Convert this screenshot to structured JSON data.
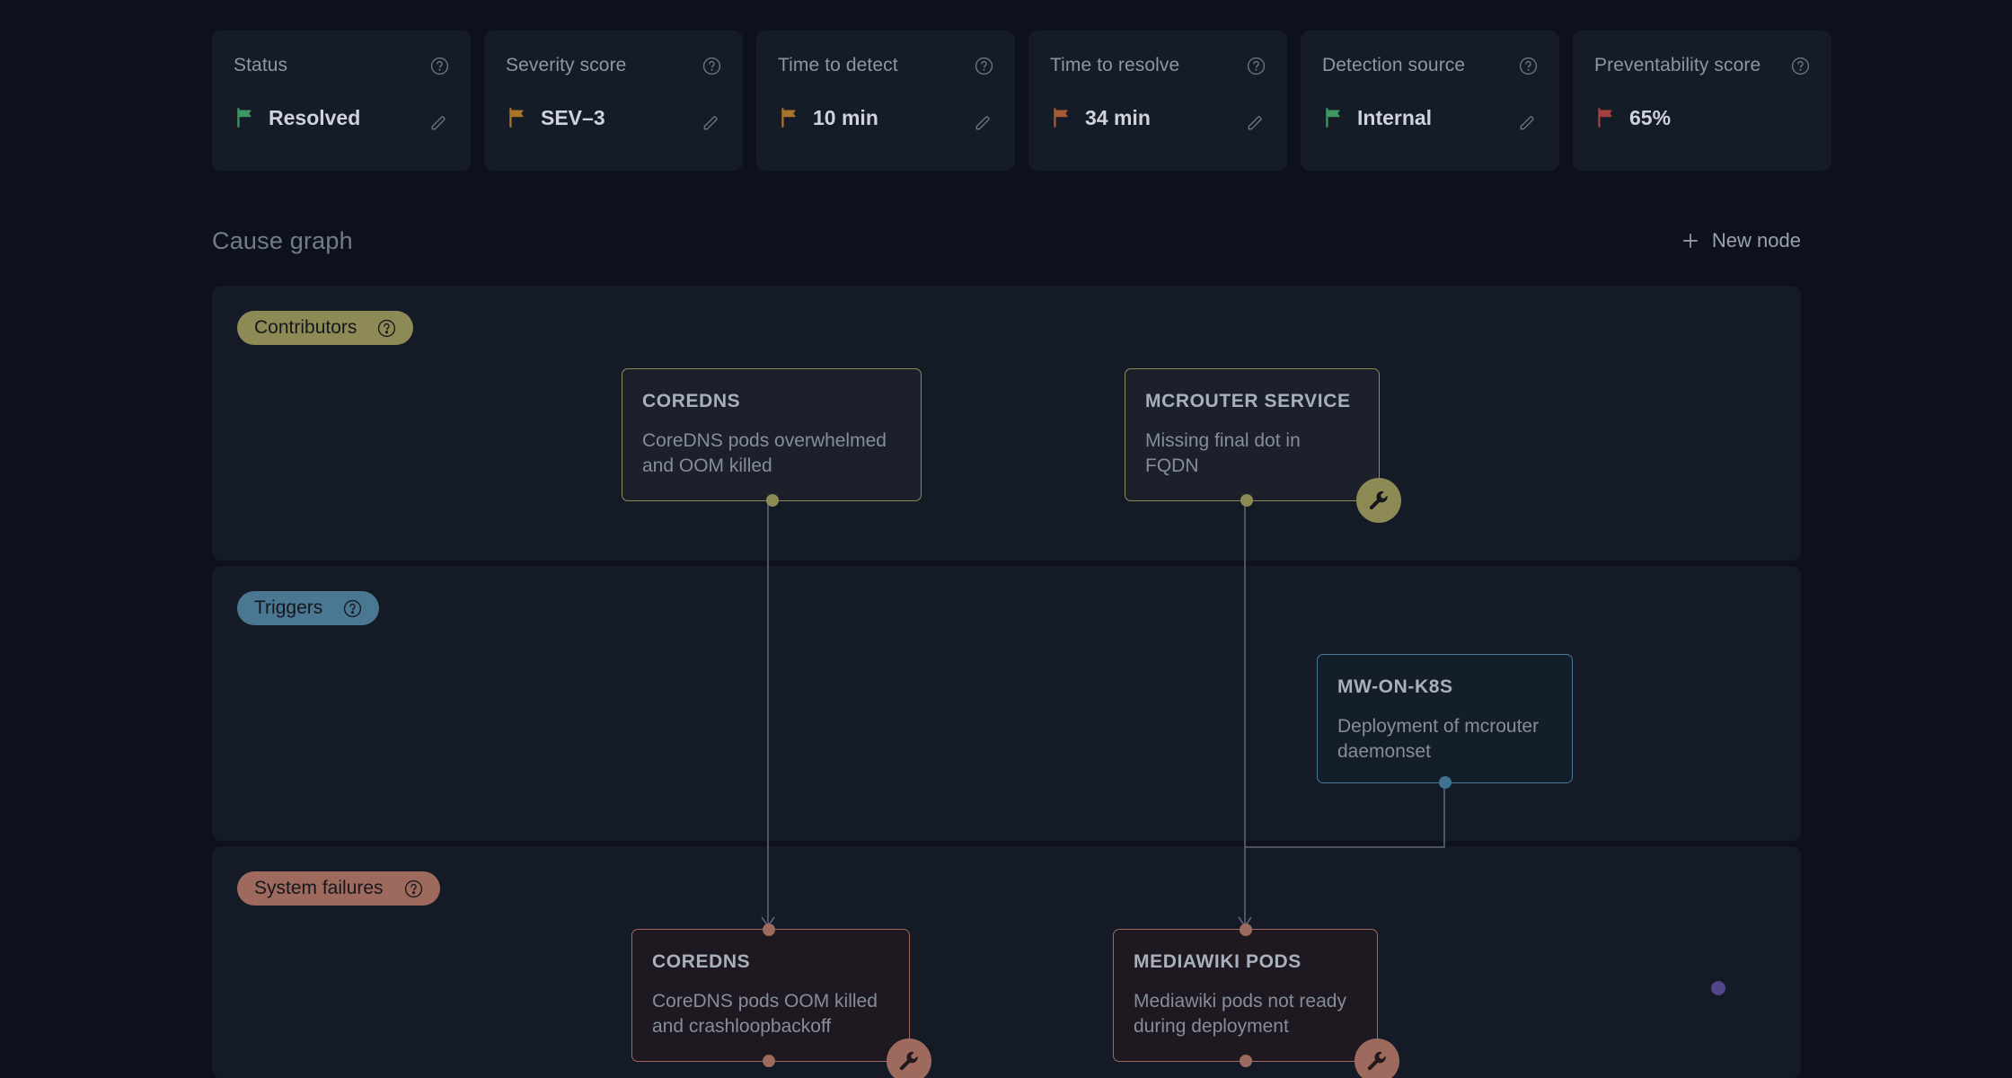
{
  "metrics": [
    {
      "label": "Status",
      "value": "Resolved",
      "flag_color": "#3f9661",
      "editable": true,
      "help": "?"
    },
    {
      "label": "Severity score",
      "value": "SEV–3",
      "flag_color": "#a8742a",
      "editable": true,
      "help": "?"
    },
    {
      "label": "Time to detect",
      "value": "10 min",
      "flag_color": "#a8742a",
      "editable": true,
      "help": "?"
    },
    {
      "label": "Time to resolve",
      "value": "34 min",
      "flag_color": "#a85a36",
      "editable": true,
      "help": "?"
    },
    {
      "label": "Detection source",
      "value": "Internal",
      "flag_color": "#3f9661",
      "editable": true,
      "help": "?"
    },
    {
      "label": "Preventability score",
      "value": "65%",
      "flag_color": "#a4403d",
      "editable": false,
      "help": "?"
    }
  ],
  "graph": {
    "title": "Cause graph",
    "new_node_label": "New node",
    "new_node_icon": "plus-icon",
    "bands": [
      {
        "id": "contributors",
        "badge": "Contributors",
        "color": "#8e8a56"
      },
      {
        "id": "triggers",
        "badge": "Triggers",
        "color": "#4a7791"
      },
      {
        "id": "system-failures",
        "badge": "System failures",
        "color": "#9d6a5d"
      }
    ],
    "nodes": [
      {
        "id": "coredns-contrib",
        "title": "COREDNS",
        "desc": "CoreDNS pods overwhelmed and OOM killed",
        "band": "contributors",
        "accent": "#8e8a56",
        "wrench": false
      },
      {
        "id": "mcrouter-service",
        "title": "MCROUTER SERVICE",
        "desc": "Missing final dot in FQDN",
        "band": "contributors",
        "accent": "#8e8a56",
        "wrench": true
      },
      {
        "id": "mw-on-k8s",
        "title": "MW-ON-K8S",
        "desc": "Deployment of mcrouter daemonset",
        "band": "triggers",
        "accent": "#4a7791",
        "wrench": false
      },
      {
        "id": "coredns-failure",
        "title": "COREDNS",
        "desc": "CoreDNS pods OOM killed and crashloopbackoff",
        "band": "system-failures",
        "accent": "#9d6a5d",
        "wrench": true
      },
      {
        "id": "mediawiki-pods",
        "title": "MEDIAWIKI PODS",
        "desc": "Mediawiki pods not ready during deployment",
        "band": "system-failures",
        "accent": "#9d6a5d",
        "wrench": true
      }
    ]
  },
  "colors": {
    "page_background": "#0d111c",
    "band_background": "#141a26",
    "card_background": "#151b27",
    "contributors": "#8e8a56",
    "triggers": "#4a7791",
    "system_failures": "#9d6a5d",
    "edge": "#5c6475",
    "purple_dot": "#53458a"
  }
}
